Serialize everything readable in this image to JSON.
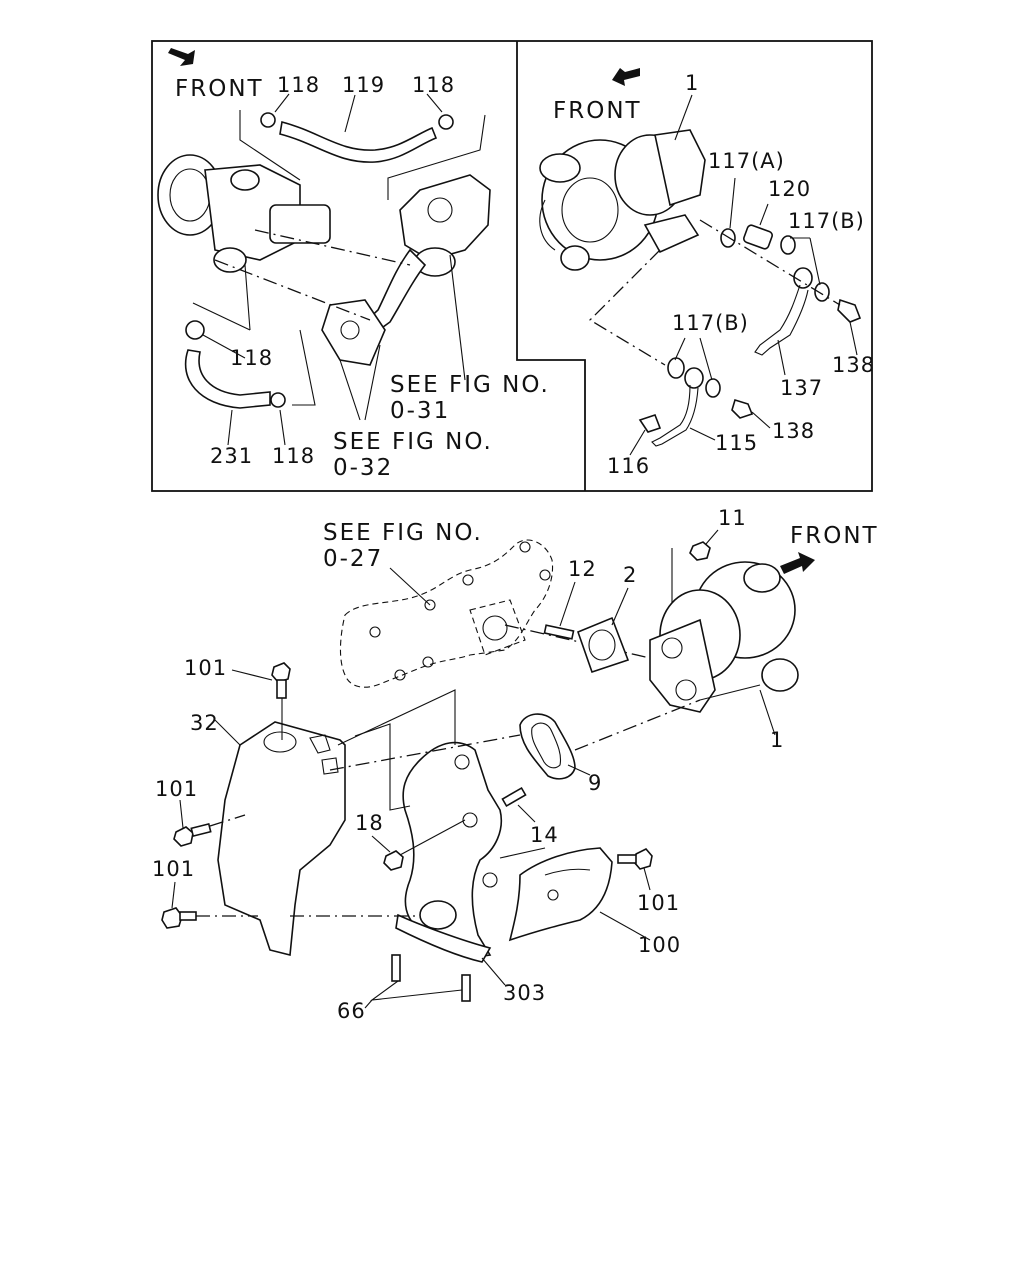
{
  "panel_top_left": {
    "front": "FRONT",
    "labels": {
      "p118a": "118",
      "p119": "119",
      "p118b": "118",
      "p118c": "118",
      "p231": "231",
      "p118d": "118"
    },
    "see_fig_1_a": "SEE FIG NO.",
    "see_fig_1_b": "0-31",
    "see_fig_2_a": "SEE FIG NO.",
    "see_fig_2_b": "0-32"
  },
  "panel_top_right": {
    "front": "FRONT",
    "labels": {
      "p1": "1",
      "p117a": "117(A)",
      "p120": "120",
      "p117b": "117(B)",
      "p117b2": "117(B)",
      "p138a": "138",
      "p137": "137",
      "p138b": "138",
      "p115": "115",
      "p116": "116"
    }
  },
  "bottom": {
    "front": "FRONT",
    "see_fig_a": "SEE FIG NO.",
    "see_fig_b": "0-27",
    "labels": {
      "p11": "11",
      "p12": "12",
      "p2": "2",
      "p1": "1",
      "p101a": "101",
      "p32": "32",
      "p101b": "101",
      "p101c": "101",
      "p18": "18",
      "p14": "14",
      "p9": "9",
      "p101d": "101",
      "p100": "100",
      "p303": "303",
      "p66": "66"
    }
  }
}
